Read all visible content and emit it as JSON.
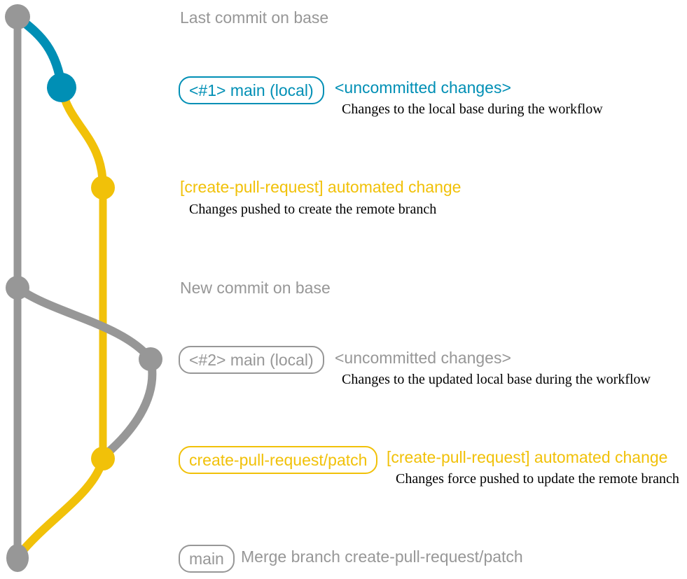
{
  "colors": {
    "gray": "#979797",
    "teal": "#008fb5",
    "yellow": "#f1c109",
    "annotation": "#000000",
    "background": "#ffffff"
  },
  "milestones": {
    "last_commit": "Last commit on base",
    "new_commit": "New commit on base"
  },
  "rows": {
    "main1": {
      "branch_label": "<#1> main (local)",
      "message": "<uncommitted changes>",
      "annotation": "Changes to the local base during the workflow"
    },
    "push1": {
      "message": "[create-pull-request] automated change",
      "annotation": "Changes pushed to create the remote branch"
    },
    "main2": {
      "branch_label": "<#2> main (local)",
      "message": "<uncommitted changes>",
      "annotation": "Changes to the updated local base during the workflow"
    },
    "push2": {
      "branch_label": "create-pull-request/patch",
      "message": "[create-pull-request] automated change",
      "annotation": "Changes force pushed to update the remote branch"
    },
    "merge": {
      "branch_label": "main",
      "message": "Merge branch create-pull-request/patch"
    }
  }
}
